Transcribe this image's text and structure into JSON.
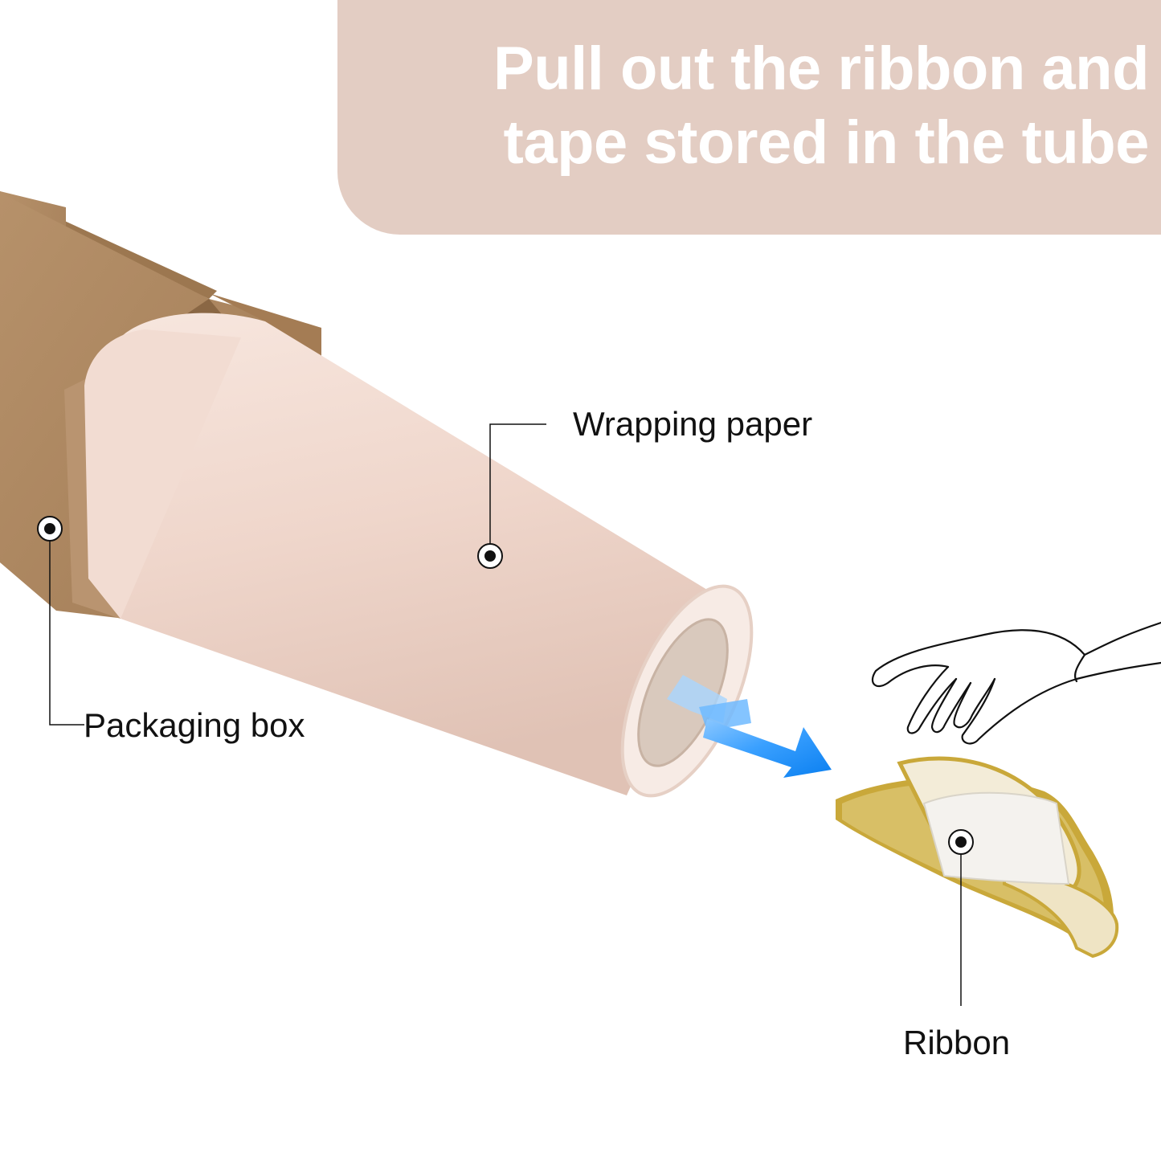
{
  "headline": {
    "line1": "Pull out the ribbon and",
    "line2": "tape stored in the tube"
  },
  "labels": {
    "wrapping_paper": "Wrapping paper",
    "packaging_box": "Packaging box",
    "ribbon": "Ribbon"
  },
  "colors": {
    "banner": "#e3cdc3",
    "headline_text": "#ffffff",
    "cardboard": "#b08a63",
    "paper_roll": "#f0d8cf",
    "arrow": "#1e90f0",
    "ribbon": "#f3ecd8",
    "ribbon_edge": "#c9a83a"
  },
  "icons": [
    "callout-marker-icon",
    "arrow-icon",
    "hand-icon"
  ]
}
